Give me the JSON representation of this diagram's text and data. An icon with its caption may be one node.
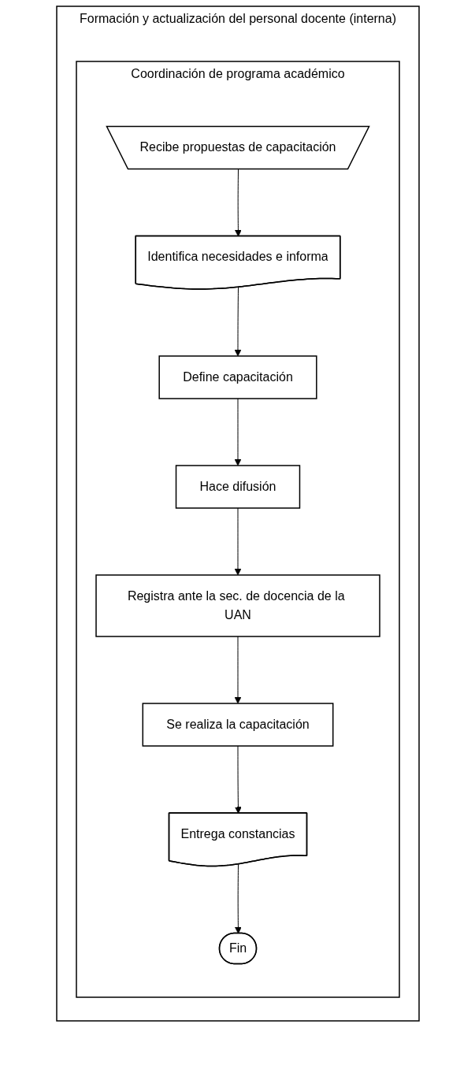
{
  "diagram": {
    "nodes": [
      {
        "text": [
          "Formación y actualización del personal docente (interna)"
        ]
      },
      {
        "text": [
          "Coordinación de programa académico"
        ],
        "in": 0
      },
      {
        "text": [
          "Recibe propuestas de capacitación"
        ],
        "in": 1
      },
      {
        "text": [
          "Identifica necesidades e informa"
        ],
        "in": 1
      },
      {
        "text": [
          "Define capacitación"
        ],
        "in": 1
      },
      {
        "text": [
          "Hace difusión"
        ],
        "in": 1
      },
      {
        "text": [
          "Registra ante la sec. de docencia de la UAN"
        ],
        "in": 1
      },
      {
        "text": [
          "Se realiza la capacitación"
        ],
        "in": 1
      },
      {
        "text": [
          "Entrega constancias"
        ],
        "in": 1
      },
      {
        "text": [
          "Fin"
        ],
        "in": 1
      }
    ],
    "edges": [
      {
        "from": 2,
        "to": 3,
        "arrow": "to"
      },
      {
        "from": 3,
        "to": 4,
        "arrow": "to"
      },
      {
        "from": 4,
        "to": 5,
        "arrow": "to"
      },
      {
        "from": 5,
        "to": 6,
        "arrow": "to"
      },
      {
        "from": 6,
        "to": 7,
        "arrow": "to"
      },
      {
        "from": 7,
        "to": 8,
        "arrow": "to"
      },
      {
        "from": 8,
        "to": 9,
        "arrow": "to"
      }
    ]
  }
}
